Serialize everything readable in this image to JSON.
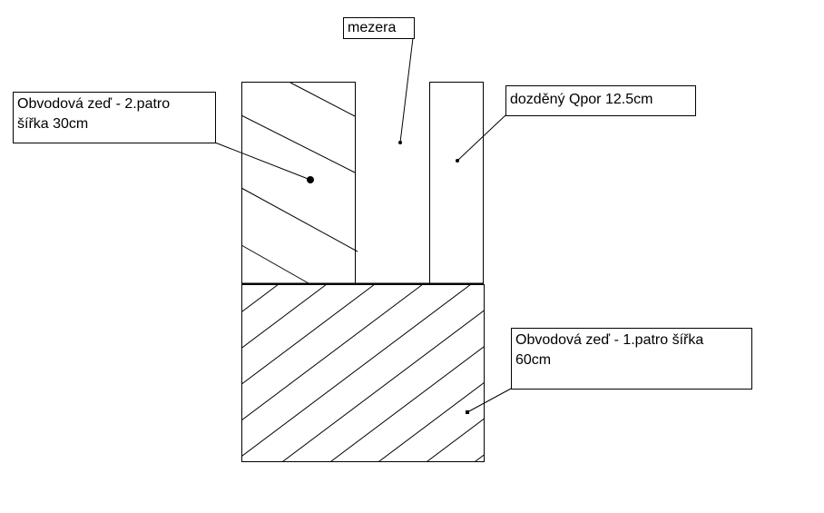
{
  "labels": {
    "gap": "mezera",
    "aerated_block": "dozděný Qpor 12.5cm",
    "wall_floor2_line1": "Obvodová zeď - 2.patro",
    "wall_floor2_line2": "šířka 30cm",
    "wall_floor1_line1": "Obvodová zeď - 1.patro šířka",
    "wall_floor1_line2": "60cm"
  },
  "colors": {
    "stroke": "#000000",
    "background": "#ffffff"
  }
}
